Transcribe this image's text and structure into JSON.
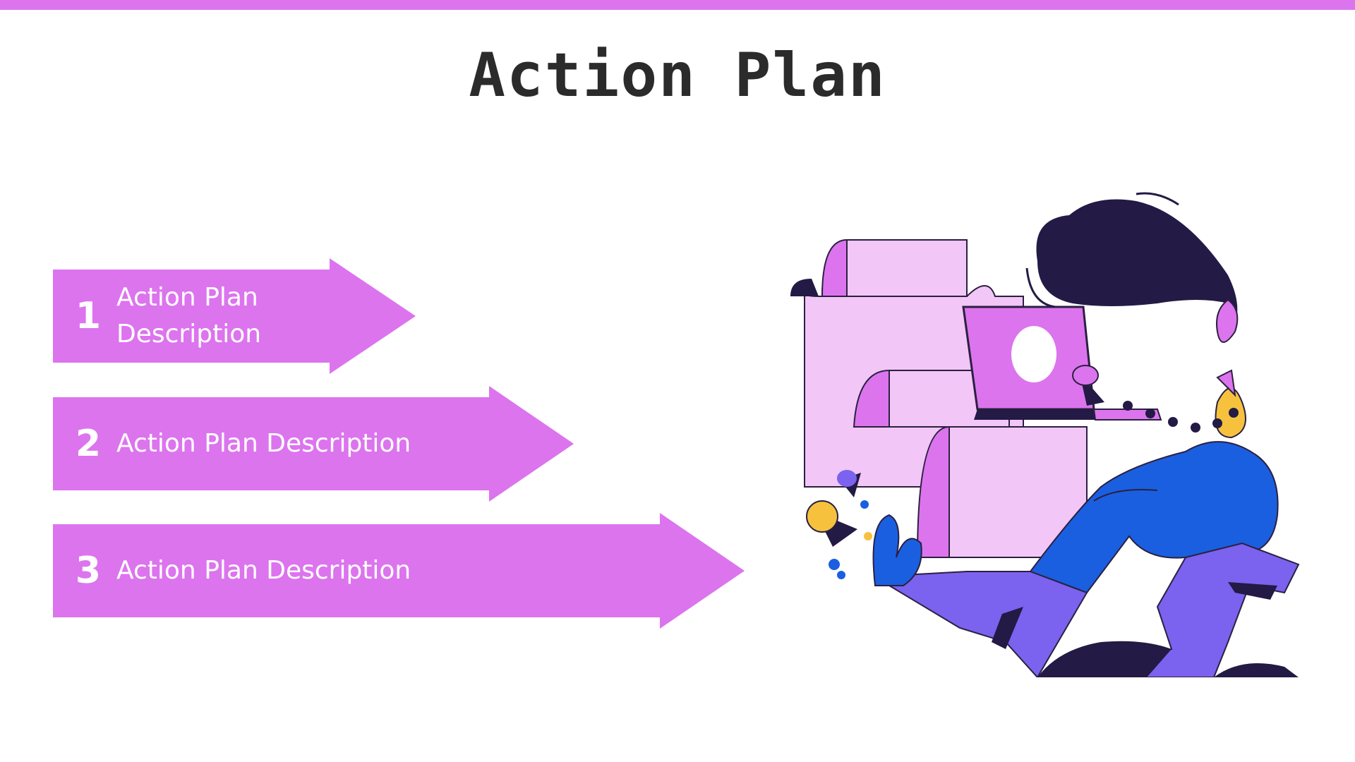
{
  "slide": {
    "title": "Action Plan"
  },
  "colors": {
    "accent": "#dc74ee",
    "title_text": "#2b2b2b",
    "arrow_text": "#ffffff",
    "hair": "#231a45",
    "body_blue": "#1a5fe0",
    "boots": "#7b62ef",
    "paper": "#f2c6f6",
    "face": "#f6c23e"
  },
  "steps": [
    {
      "number": "1",
      "label_line1": "Action Plan",
      "label_line2": "Description"
    },
    {
      "number": "2",
      "label": "Action Plan Description"
    },
    {
      "number": "3",
      "label": "Action Plan Description"
    }
  ],
  "illustration": {
    "subject": "person-with-laptop-and-scroll"
  }
}
